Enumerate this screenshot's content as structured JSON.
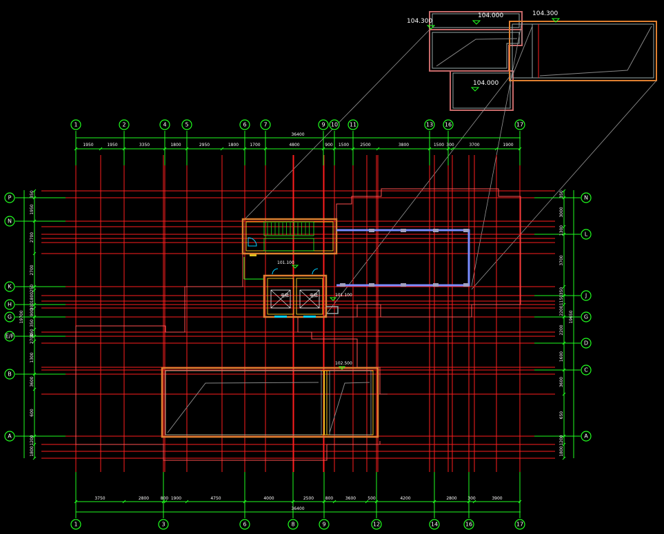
{
  "levels": {
    "roof_left": "104.300",
    "roof_top_mid": "104.000",
    "roof_right": "104.300",
    "roof_lower": "104.000",
    "stair_landing": "101.100",
    "elevator_lobby": "101.100",
    "lower_roof": "102.500"
  },
  "overall_dims": {
    "top": "36400",
    "bottom": "36400"
  },
  "top_axes": [
    "1",
    "2",
    "4",
    "5",
    "6",
    "7",
    "9",
    "10",
    "11",
    "13",
    "16",
    "17"
  ],
  "bottom_axes": [
    "1",
    "3",
    "6",
    "8",
    "9",
    "12",
    "14",
    "16",
    "17"
  ],
  "left_axes": [
    "P",
    "N",
    "K",
    "H",
    "G",
    "E/F",
    "B",
    "A"
  ],
  "right_axes": [
    "N",
    "L",
    "J",
    "G",
    "D",
    "C",
    "A"
  ],
  "top_dims": [
    "1950",
    "1950",
    "3350",
    "1800",
    "2950",
    "1800",
    "1700",
    "4800",
    "900",
    "1500",
    "2500",
    "3800",
    "1500",
    "300",
    "3700",
    "1900"
  ],
  "bottom_dims": [
    "3750",
    "2800",
    "800",
    "1900",
    "4750",
    "4000",
    "2500",
    "800",
    "3600",
    "500",
    "4200",
    "2800",
    "300",
    "3900"
  ],
  "left_dims": [
    "350",
    "1950",
    "2700",
    "2700",
    "250",
    "1800",
    "300",
    "900",
    "350",
    "350",
    "2700",
    "1300",
    "3600",
    "600",
    "1200",
    "1800"
  ],
  "left_total": "19700",
  "right_dims": [
    "350",
    "3000",
    "1300",
    "3700",
    "350",
    "1150",
    "2200",
    "2200",
    "1600",
    "3600",
    "650",
    "1200",
    "1800"
  ],
  "right_total": "19650",
  "elevators": [
    "电梯",
    "电梯"
  ]
}
